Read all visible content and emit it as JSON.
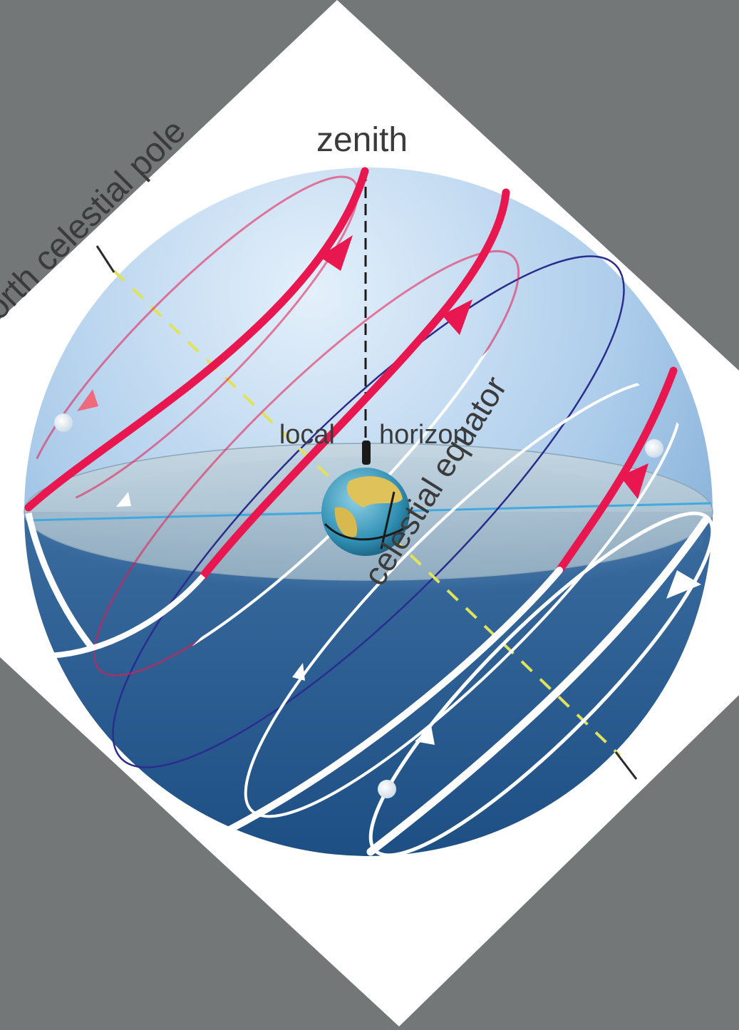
{
  "labels": {
    "pole": "north celestial pole",
    "zenith": "zenith",
    "local": "local",
    "horizon": "horizon",
    "equator": "celestial equator"
  },
  "colors": {
    "background": "#747778",
    "panel": "#ffffff",
    "sky_top": "#c9dff2",
    "sky_bottom": "#1f5386",
    "horizon_plane": "#b9ccd7",
    "above_horizon_path": "#e8174f",
    "below_horizon_path": "#ffffff",
    "equator_line": "#2b2d8e",
    "polar_axis": "#e0e35a",
    "horizon_line": "#41a9e0"
  }
}
